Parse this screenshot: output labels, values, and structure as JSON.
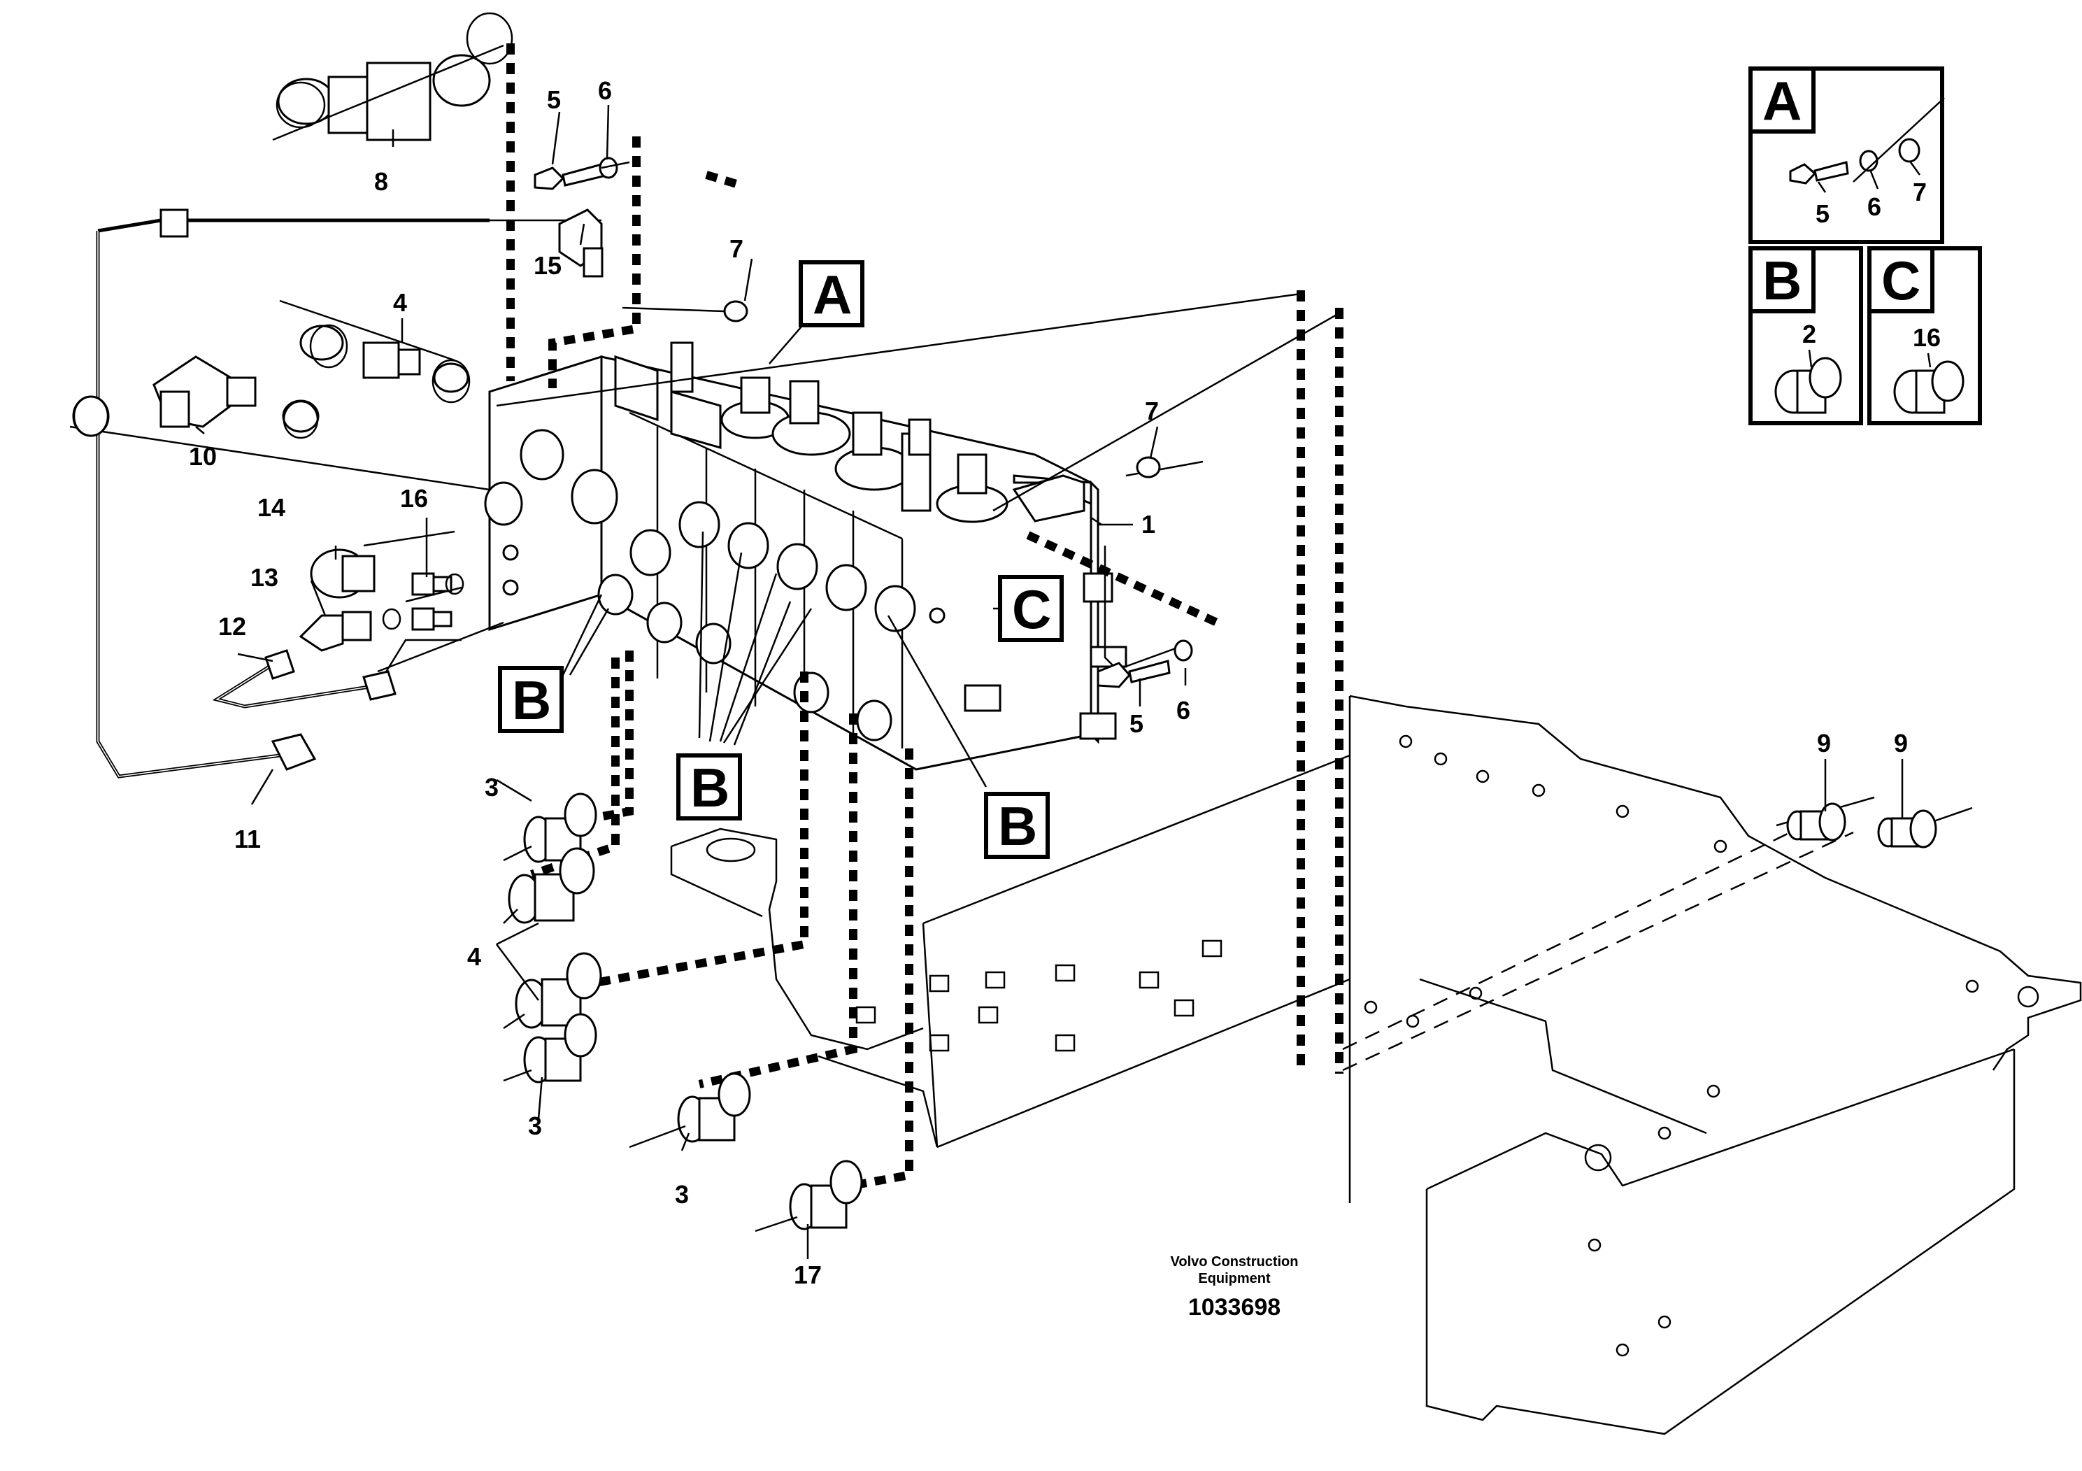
{
  "callouts": {
    "c1": "1",
    "c2": "2",
    "c3a": "3",
    "c3b": "3",
    "c3c": "3",
    "c4a": "4",
    "c4b": "4",
    "c5a": "5",
    "c5b": "5",
    "c5c": "5",
    "c6a": "6",
    "c6b": "6",
    "c6c": "6",
    "c7a": "7",
    "c7b": "7",
    "c7c": "7",
    "c8": "8",
    "c9a": "9",
    "c9b": "9",
    "c10": "10",
    "c11": "11",
    "c12": "12",
    "c13": "13",
    "c14": "14",
    "c15": "15",
    "c16a": "16",
    "c16b": "16",
    "c17": "17"
  },
  "detail_labels": {
    "A_main": "A",
    "C_main": "C",
    "B1": "B",
    "B2": "B",
    "B3": "B",
    "A_inset": "A",
    "B_inset": "B",
    "C_inset": "C"
  },
  "footer": {
    "line1": "Volvo Construction",
    "line2": "Equipment",
    "number": "1033698"
  }
}
